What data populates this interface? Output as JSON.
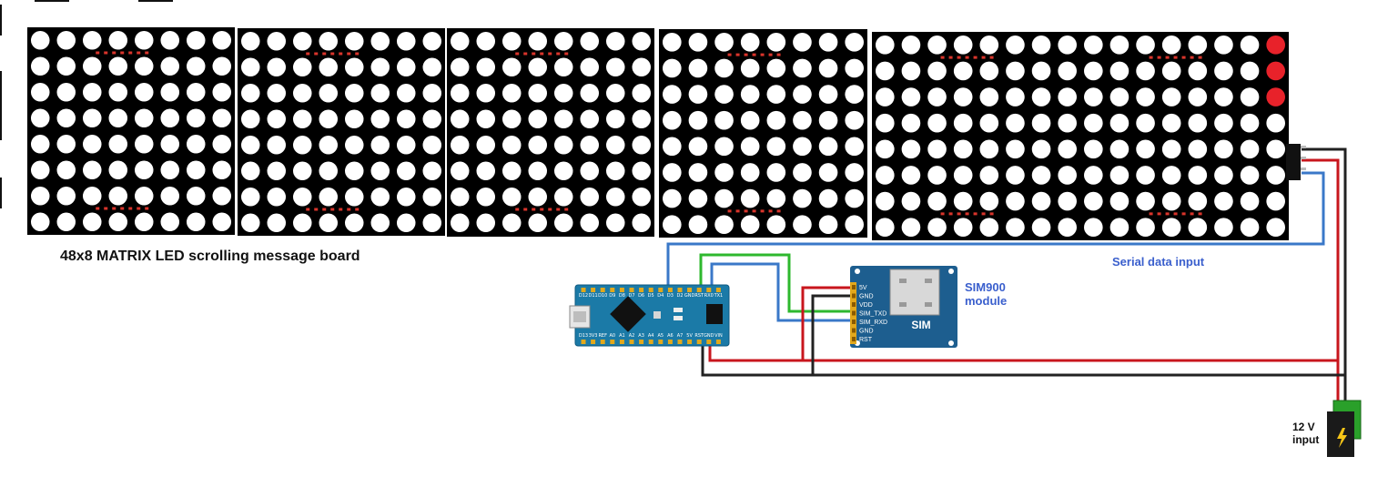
{
  "title": "48x8 MATRIX LED scrolling message board",
  "colors": {
    "board": "#000000",
    "led_off": "#ffffff",
    "led_on": "#e8222a",
    "wire_red": "#c8161d",
    "wire_black": "#222222",
    "wire_blue": "#3a78c8",
    "wire_green": "#2eb82e",
    "arduino": "#1b7aa7",
    "sim_module": "#1d5e8f",
    "label_blue": "#3a5fcd"
  },
  "matrix": {
    "module_count": 6,
    "rows": 8,
    "cols": 8,
    "lit_leds": [
      {
        "module": 5,
        "row": 0,
        "col": 7
      },
      {
        "module": 5,
        "row": 1,
        "col": 7
      },
      {
        "module": 5,
        "row": 2,
        "col": 7
      }
    ]
  },
  "labels": {
    "serial": "Serial data input",
    "sim_name_1": "SIM900",
    "sim_name_2": "module",
    "power_1": "12 V",
    "power_2": "input"
  },
  "sim_module": {
    "pins": [
      "5V",
      "GND",
      "VDD",
      "SIM_TXD",
      "SIM_RXD",
      "GND",
      "RST"
    ],
    "chip_label": "SIM"
  },
  "arduino": {
    "top_pins": [
      "D12",
      "D11",
      "D10",
      "D9",
      "D8",
      "D7",
      "D6",
      "D5",
      "D4",
      "D3",
      "D2",
      "GND",
      "RST",
      "RX0",
      "TX1"
    ],
    "bottom_pins": [
      "D13",
      "3V3",
      "REF",
      "A0",
      "A1",
      "A2",
      "A3",
      "A4",
      "A5",
      "A6",
      "A7",
      "5V",
      "RST",
      "GND",
      "VIN"
    ]
  },
  "icons": {
    "usb": "usb-port-icon",
    "power_jack": "power-jack-icon",
    "bolt": "lightning-bolt-icon"
  }
}
